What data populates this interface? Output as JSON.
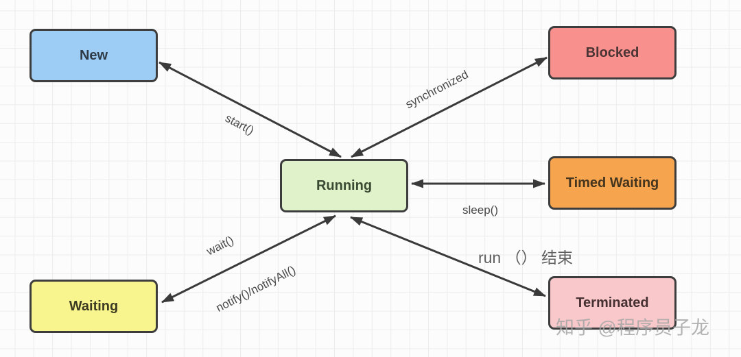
{
  "diagram": {
    "type": "state-diagram",
    "subject": "Java thread lifecycle states",
    "nodes": [
      {
        "id": "new",
        "label": "New",
        "fill": "#9dcdf4"
      },
      {
        "id": "blocked",
        "label": "Blocked",
        "fill": "#f8908e"
      },
      {
        "id": "running",
        "label": "Running",
        "fill": "#dff2c9"
      },
      {
        "id": "timed-waiting",
        "label": "Timed Waiting",
        "fill": "#f6a44d"
      },
      {
        "id": "waiting",
        "label": "Waiting",
        "fill": "#f9f58e"
      },
      {
        "id": "terminated",
        "label": "Terminated",
        "fill": "#f8c8ca"
      }
    ],
    "edges": [
      {
        "between": [
          "New",
          "Running"
        ],
        "direction": "both",
        "labels": [
          "start()"
        ]
      },
      {
        "between": [
          "Running",
          "Blocked"
        ],
        "direction": "both",
        "labels": [
          "synchronized"
        ]
      },
      {
        "between": [
          "Running",
          "Timed Waiting"
        ],
        "direction": "both",
        "labels": [
          "sleep()"
        ]
      },
      {
        "between": [
          "Running",
          "Waiting"
        ],
        "direction": "both",
        "labels": [
          "wait()",
          "notify()/notifyAll()"
        ]
      },
      {
        "between": [
          "Running",
          "Terminated"
        ],
        "direction": "both",
        "labels": [
          "run （） 结束"
        ]
      }
    ],
    "colors": {
      "connector": "#3a3a3a",
      "node_border": "#3d3d3d",
      "grid": "#ececec",
      "background": "#fcfcfc"
    }
  },
  "watermark": "知乎 @程序员子龙"
}
